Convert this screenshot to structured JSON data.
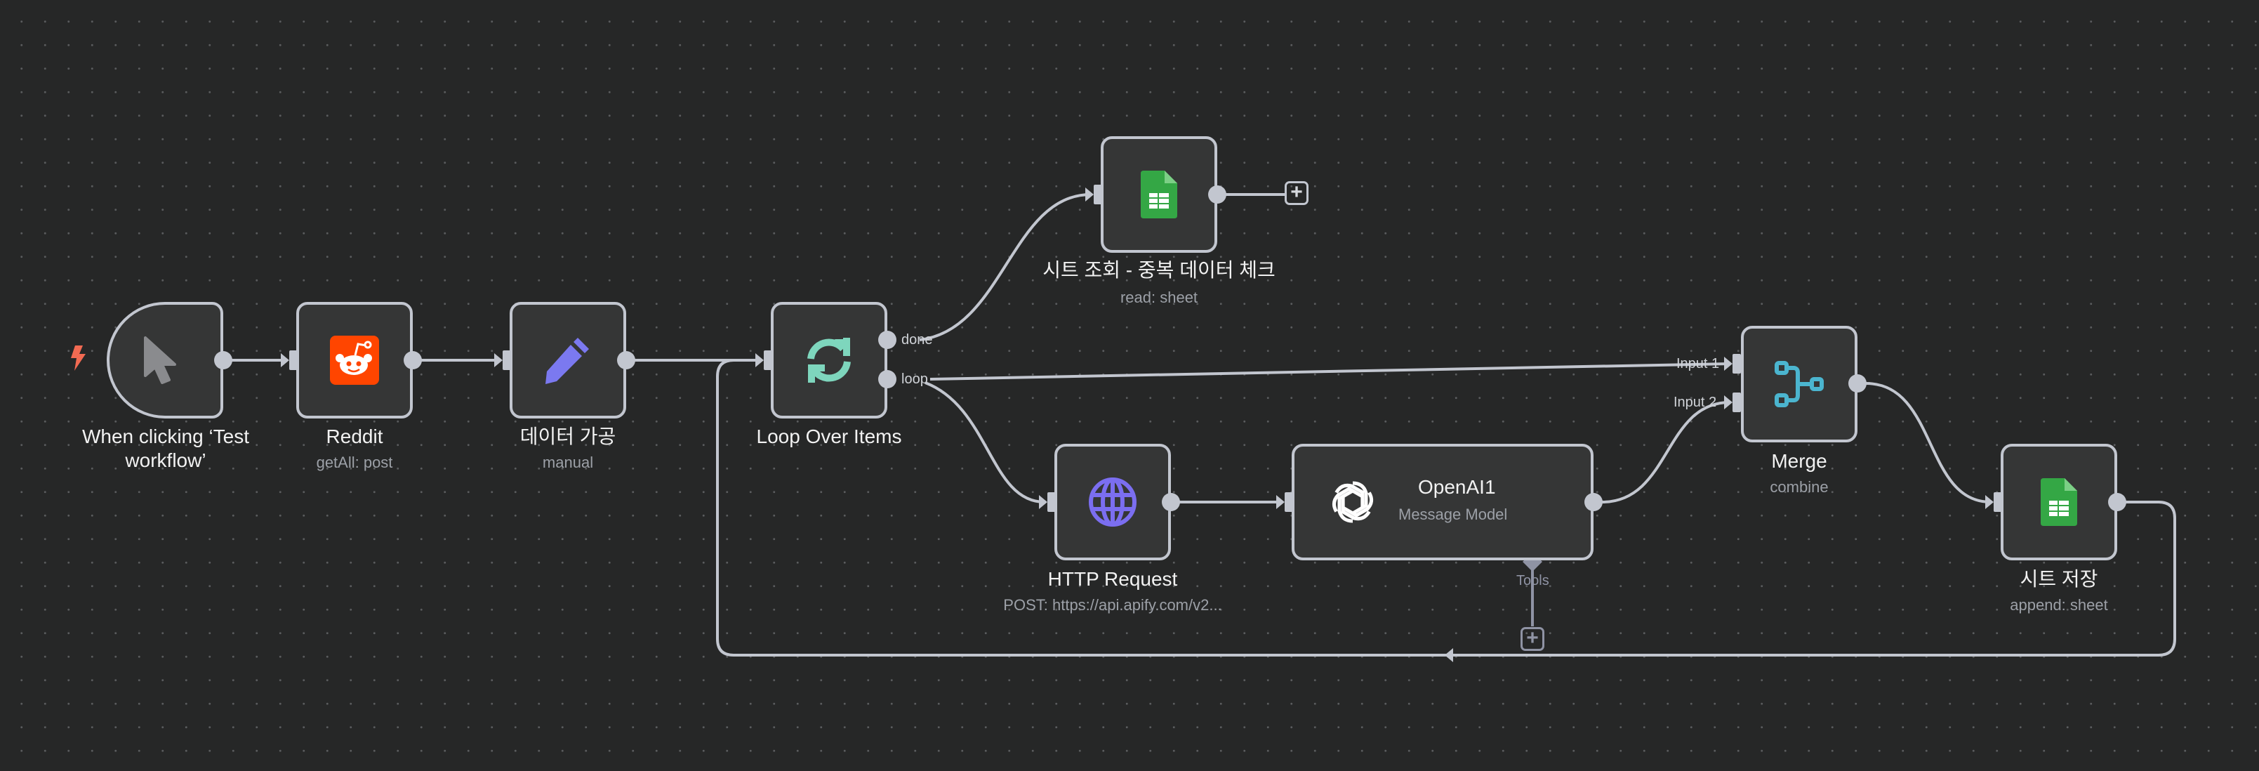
{
  "canvas": {
    "background": "#262727",
    "edge_color": "#c2c6cf",
    "node_border": "#c2c6cf",
    "node_fill": "#353636"
  },
  "nodes": {
    "trigger": {
      "title_line1": "When clicking ‘Test",
      "title_line2": "workflow’",
      "icon": "cursor-icon",
      "badge_icon": "lightning-icon",
      "badge_color": "#f26a52"
    },
    "reddit": {
      "title": "Reddit",
      "subtitle": "getAll: post",
      "icon": "reddit-icon",
      "icon_color": "#ff4500"
    },
    "data_process": {
      "title": "데이터 가공",
      "subtitle": "manual",
      "icon": "pencil-icon",
      "icon_color": "#7b79f0"
    },
    "loop": {
      "title": "Loop Over Items",
      "icon": "refresh-icon",
      "icon_color": "#7ed6bd",
      "outputs": [
        "done",
        "loop"
      ]
    },
    "sheet_read": {
      "title": "시트 조회 - 중복 데이터 체크",
      "subtitle": "read: sheet",
      "icon": "google-sheets-icon",
      "icon_color": "#34a745"
    },
    "http": {
      "title": "HTTP Request",
      "subtitle": "POST: https://api.apify.com/v2...",
      "icon": "globe-icon",
      "icon_color": "#7b6ef0"
    },
    "openai": {
      "title": "OpenAI1",
      "subtitle": "Message Model",
      "icon": "openai-icon",
      "tools_label": "Tools"
    },
    "merge": {
      "title": "Merge",
      "subtitle": "combine",
      "icon": "merge-icon",
      "icon_color": "#4bb5cf",
      "inputs": [
        "Input 1",
        "Input 2"
      ]
    },
    "sheet_save": {
      "title": "시트 저장",
      "subtitle": "append: sheet",
      "icon": "google-sheets-icon",
      "icon_color": "#34a745"
    }
  },
  "buttons": {
    "add_plus": "+"
  },
  "connections": [
    [
      "trigger",
      "reddit"
    ],
    [
      "reddit",
      "data_process"
    ],
    [
      "data_process",
      "loop"
    ],
    [
      "loop.done",
      "sheet_read"
    ],
    [
      "loop.loop",
      "merge.Input 1"
    ],
    [
      "loop.loop",
      "http"
    ],
    [
      "http",
      "openai"
    ],
    [
      "openai",
      "merge.Input 2"
    ],
    [
      "merge",
      "sheet_save"
    ],
    [
      "sheet_save",
      "loop"
    ]
  ]
}
